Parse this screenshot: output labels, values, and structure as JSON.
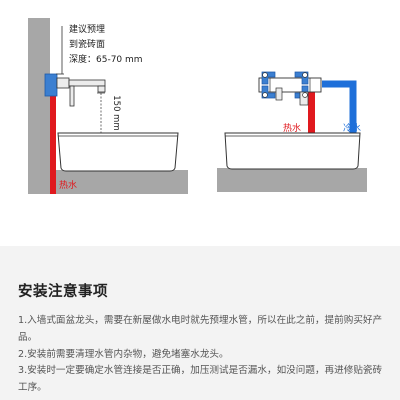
{
  "left_diagram": {
    "note_line1": "建议预埋",
    "note_line2": "到瓷砖面",
    "note_line3": "深度：65-70 mm",
    "height_label": "150 mm",
    "hot_water_label": "热水"
  },
  "right_diagram": {
    "hot_water_label": "热水",
    "cold_water_label": "冷水"
  },
  "colors": {
    "hot_pipe": "#e0191e",
    "cold_pipe": "#1e6fd9",
    "wall": "#a7a7a7",
    "valve_blue": "#3b7fd1"
  },
  "notes_section": {
    "title": "安装注意事项",
    "items": [
      "1.入墙式面盆龙头，需要在新屋做水电时就先预埋水管，所以在此之前，提前购买好产品。",
      "2.安装前需要清理水管内杂物，避免堵塞水龙头。",
      "3.安装时一定要确定水管连接是否正确，加压测试是否漏水，如没问题，再进修贴瓷砖工序。"
    ]
  }
}
